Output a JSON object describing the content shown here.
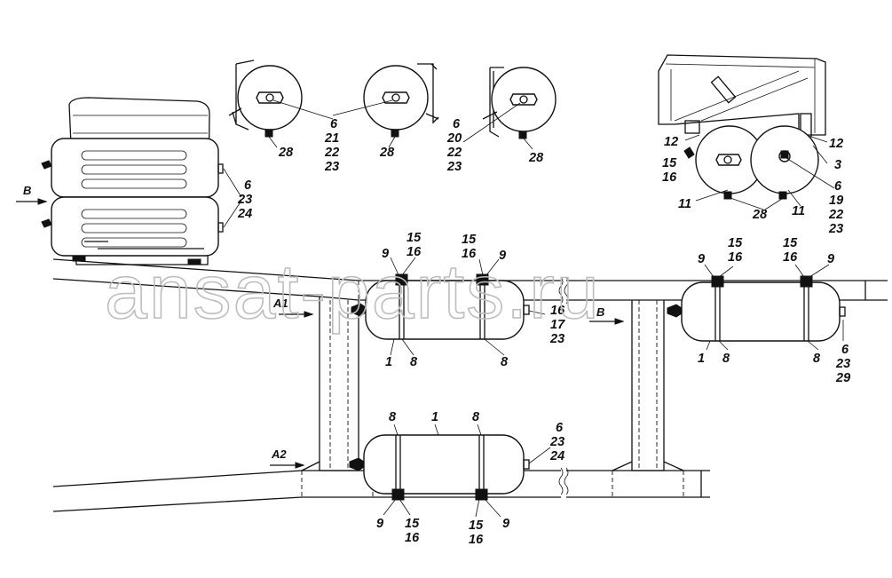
{
  "watermark": "ansat-parts.ru",
  "views": {
    "b_left": "B",
    "b_frame": "B",
    "a1": "A1",
    "a2": "A2"
  },
  "callouts": {
    "top_pair_left": "28",
    "top_pair_center": [
      "6",
      "21",
      "22",
      "23"
    ],
    "top_pair_right": "28",
    "top_single_center": [
      "6",
      "20",
      "22",
      "23"
    ],
    "top_single_right": "28",
    "cab_12_left": "12",
    "cab_12_right": "12",
    "cab_3": "3",
    "cab_15_16": [
      "15",
      "16"
    ],
    "cab_right": [
      "6",
      "19",
      "22",
      "23"
    ],
    "cab_11_left": "11",
    "cab_11_right": "11",
    "cab_28": "28",
    "left_view": [
      "6",
      "23",
      "24"
    ],
    "a1_clamp_left": [
      "15",
      "16"
    ],
    "a1_9_left": "9",
    "a1_clamp_right": [
      "15",
      "16"
    ],
    "a1_9_right": "9",
    "a1_end": [
      "16",
      "17",
      "23"
    ],
    "a1_bottom_1": "1",
    "a1_bottom_8_left": "8",
    "a1_bottom_8_right": "8",
    "b_9_left": "9",
    "b_clamp_left": [
      "15",
      "16"
    ],
    "b_clamp_right": [
      "15",
      "16"
    ],
    "b_9_right": "9",
    "b_end": [
      "6",
      "23",
      "29"
    ],
    "b_bottom_1": "1",
    "b_bottom_8_left": "8",
    "b_bottom_8_right": "8",
    "a2_top_8_left": "8",
    "a2_top_1": "1",
    "a2_top_8_right": "8",
    "a2_end": [
      "6",
      "23",
      "24"
    ],
    "a2_9_left": "9",
    "a2_clamp_left": [
      "15",
      "16"
    ],
    "a2_clamp_right": [
      "15",
      "16"
    ],
    "a2_9_right": "9"
  }
}
